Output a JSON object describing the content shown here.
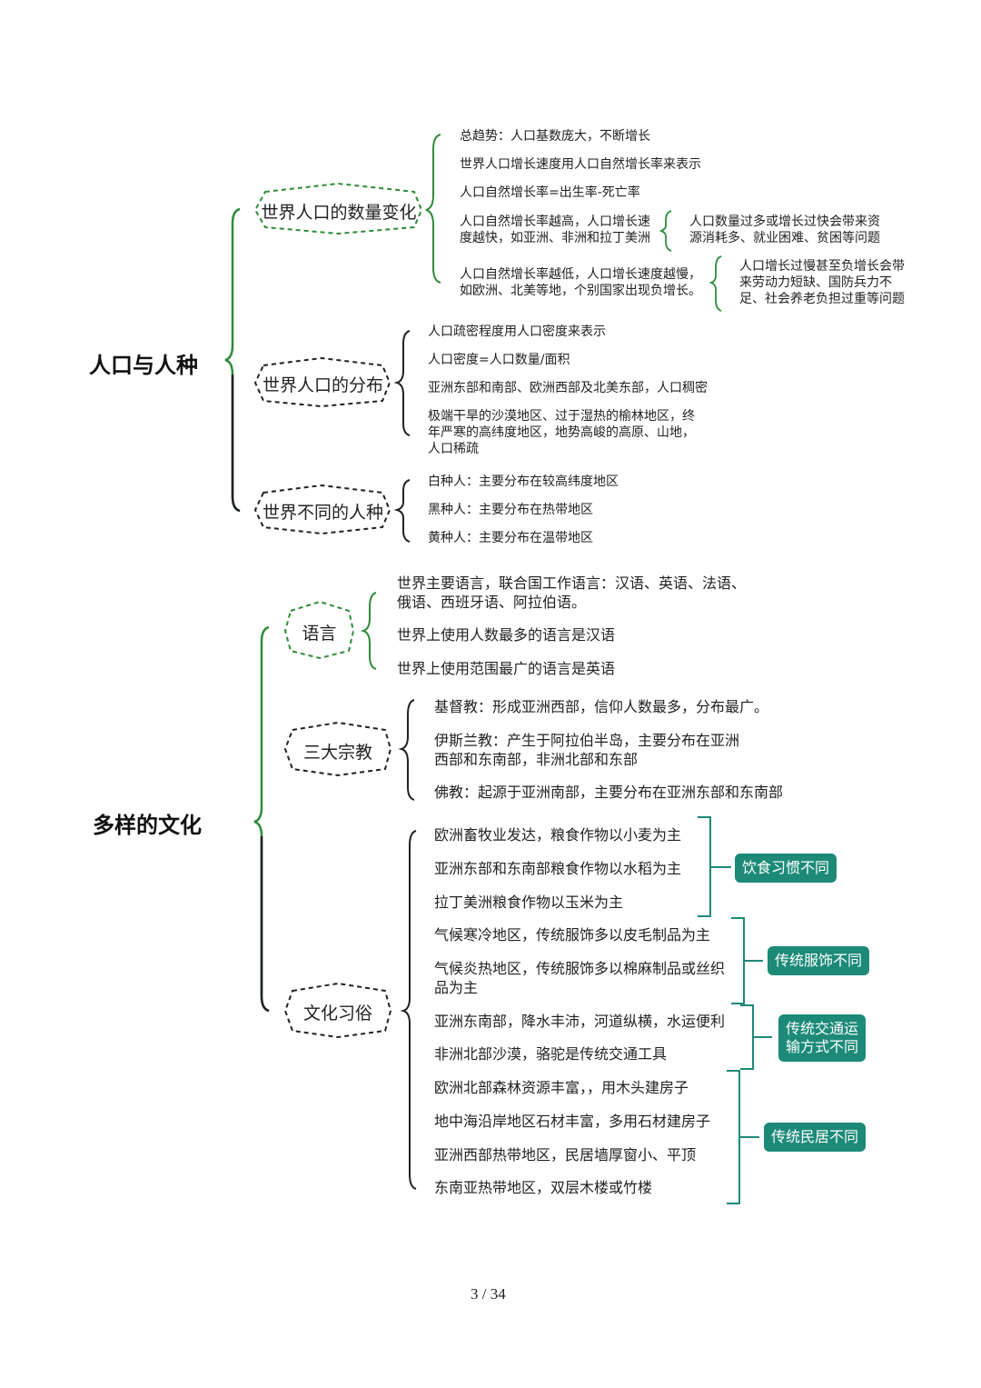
{
  "colors": {
    "green": "#2e8b3a",
    "dark": "#222222",
    "teal": "#1d8a78"
  },
  "section1": {
    "root": "人口与人种",
    "node1": {
      "label": "世界人口的数量变化",
      "items": [
        "总趋势：人口基数庞大，不断增长",
        "世界人口增长速度用人口自然增长率来表示",
        "人口自然增长率=出生率-死亡率"
      ],
      "high": {
        "l1": "人口自然增长率越高，人口增长速",
        "l2": "度越快，如亚洲、非洲和拉丁美洲",
        "c1": "人口数量过多或增长过快会带来资",
        "c2": "源消耗多、就业困难、贫困等问题"
      },
      "low": {
        "l1": "人口自然增长率越低，人口增长速度越慢，",
        "l2": "如欧洲、北美等地，个别国家出现负增长。",
        "c1": "人口增长过慢甚至负增长会带",
        "c2": "来劳动力短缺、国防兵力不",
        "c3": "足、社会养老负担过重等问题"
      }
    },
    "node2": {
      "label": "世界人口的分布",
      "items": [
        "人口疏密程度用人口密度来表示",
        "人口密度=人口数量/面积",
        "亚洲东部和南部、欧洲西部及北美东部，人口稠密"
      ],
      "sparse": [
        "极端干旱的沙漠地区、过于湿热的榆林地区，终",
        "年严寒的高纬度地区，地势高峻的高原、山地，",
        "人口稀疏"
      ]
    },
    "node3": {
      "label": "世界不同的人种",
      "items": [
        "白种人：主要分布在较高纬度地区",
        "黑种人：主要分布在热带地区",
        "黄种人：主要分布在温带地区"
      ]
    }
  },
  "section2": {
    "root": "多样的文化",
    "language": {
      "label": "语言",
      "l1": "世界主要语言，联合国工作语言：汉语、英语、法语、",
      "l2": "俄语、西班牙语、阿拉伯语。",
      "i2": "世界上使用人数最多的语言是汉语",
      "i3": "世界上使用范围最广的语言是英语"
    },
    "religion": {
      "label": "三大宗教",
      "i1": "基督教：形成亚洲西部，信仰人数最多，分布最广。",
      "i2a": "伊斯兰教：产生于阿拉伯半岛，主要分布在亚洲",
      "i2b": "西部和东南部，非洲北部和东部",
      "i3": "佛教：起源于亚洲南部，主要分布在亚洲东部和东南部"
    },
    "customs": {
      "label": "文化习俗",
      "food": [
        "欧洲畜牧业发达，粮食作物以小麦为主",
        "亚洲东部和东南部粮食作物以水稻为主",
        "拉丁美洲粮食作物以玉米为主"
      ],
      "clothing": {
        "c1": "气候寒冷地区，传统服饰多以皮毛制品为主",
        "c2a": "气候炎热地区，传统服饰多以棉麻制品或丝织",
        "c2b": "品为主"
      },
      "transport": [
        "亚洲东南部，降水丰沛，河道纵横，水运便利",
        "非洲北部沙漠，骆驼是传统交通工具"
      ],
      "housing": [
        "欧洲北部森林资源丰富，，用木头建房子",
        "地中海沿岸地区石材丰富，多用石材建房子",
        "亚洲西部热带地区，民居墙厚窗小、平顶",
        "东南亚热带地区，双层木楼或竹楼"
      ],
      "tags": {
        "food": "饮食习惯不同",
        "clothing": "传统服饰不同",
        "transport1": "传统交通运",
        "transport2": "输方式不同",
        "housing": "传统民居不同"
      }
    }
  },
  "page_number": "3 / 34"
}
